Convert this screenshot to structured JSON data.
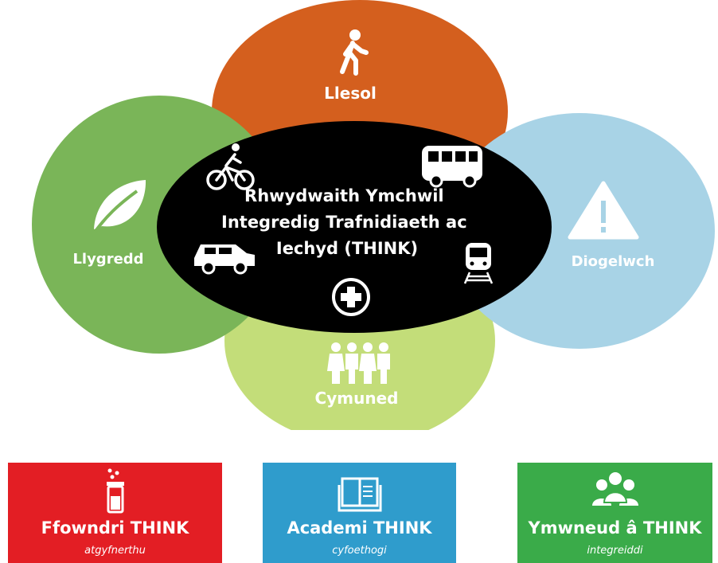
{
  "diagram": {
    "center_title": [
      "Rhwydwaith Ymchwil",
      "Integredig Trafnidiaeth ac",
      "Iechyd (THINK)"
    ],
    "petals": {
      "top": {
        "label": "Llesol",
        "color": "#d45f1e",
        "icon": "walking-person-icon"
      },
      "left": {
        "label": "Llygredd",
        "color": "#7ab558",
        "icon": "leaf-icon"
      },
      "right": {
        "label": "Diogelwch",
        "color": "#a8d3e6",
        "icon": "warning-icon"
      },
      "bottom": {
        "label": "Cymuned",
        "color": "#c3dd79",
        "icon": "people-group-icon"
      }
    },
    "center_color": "#000000",
    "center_icons": [
      "bicycle-icon",
      "bus-icon",
      "car-icon",
      "train-icon",
      "health-plus-icon"
    ]
  },
  "cards": [
    {
      "title": "Ffowndri THINK",
      "subtitle": "atgyfnerthu",
      "color": "#e31e24",
      "icon": "test-tube-icon"
    },
    {
      "title": "Academi THINK",
      "subtitle": "cyfoethogi",
      "color": "#2f9ccc",
      "icon": "open-book-icon"
    },
    {
      "title": "Ymwneud â THINK",
      "subtitle": "integreiddi",
      "color": "#3aab49",
      "icon": "people-icon"
    }
  ]
}
